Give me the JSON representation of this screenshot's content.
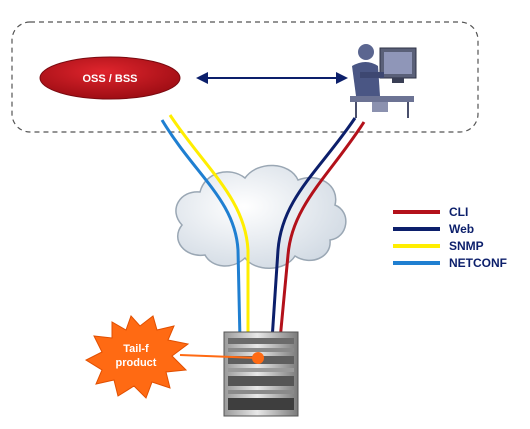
{
  "oss_bss": {
    "label": "OSS / BSS",
    "color": "#c0141b"
  },
  "product_badge": {
    "line1": "Tail-f",
    "line2": "product",
    "color": "#ff6a13"
  },
  "legend": [
    {
      "name": "CLI",
      "color": "#b3111a"
    },
    {
      "name": "Web",
      "color": "#0c1f6b"
    },
    {
      "name": "SNMP",
      "color": "#ffee00"
    },
    {
      "name": "NETCONF",
      "color": "#1f7fd1"
    }
  ],
  "icons": {
    "operator": "operator-workstation-icon",
    "cloud": "network-cloud-icon",
    "device": "network-device-rack-icon"
  }
}
